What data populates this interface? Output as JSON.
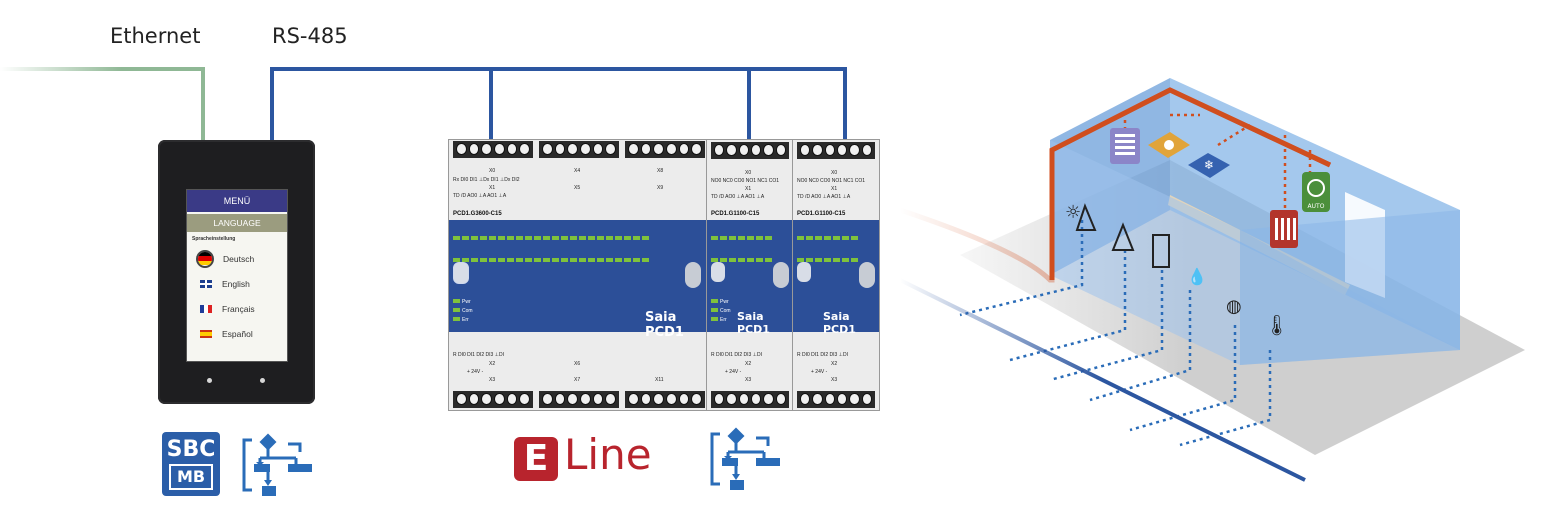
{
  "labels": {
    "ethernet": "Ethernet",
    "rs485": "RS-485"
  },
  "touch_panel": {
    "menu_title": "MENÜ",
    "language_bar": "LANGUAGE",
    "section_label": "Spracheinstellung",
    "languages": [
      {
        "label": "Deutsch",
        "selected": true
      },
      {
        "label": "English",
        "selected": false
      },
      {
        "label": "Français",
        "selected": false
      },
      {
        "label": "Español",
        "selected": false
      }
    ]
  },
  "modules": [
    {
      "title": "PCD1.G3600-C15",
      "brand": "Saia PCD1"
    },
    {
      "title": "PCD1.G1100-C15",
      "brand": "Saia PCD1"
    },
    {
      "title": "PCD1.G1100-C15",
      "brand": "Saia PCD1"
    }
  ],
  "terminal_labels": {
    "x0": "X0",
    "x1": "X1",
    "x2": "X2",
    "x3": "X3",
    "x4": "X4",
    "x5": "X5",
    "x6": "X6",
    "x7": "X7",
    "x8": "X8",
    "x9": "X9",
    "x11": "X11",
    "row_a": "Rx  DI0  DI1  ⊥Dx  DI1  ⊥Dx  DI2",
    "row_b": "TD  /D  AO0  ⊥A  AO1  ⊥A",
    "row_c": "NO0  NC0  CO0  NO1  NC1  CO1",
    "row_d": "R  DI0  DI1  DI2  DI3  ⊥DI",
    "supply": "+ 24V -",
    "status": [
      "Pwr",
      "Com",
      "Err"
    ]
  },
  "logos": {
    "sbc_top": "SBC",
    "sbc_bottom": "MB",
    "eline_letter": "E",
    "eline_word": "Line"
  },
  "room_icons": {
    "auto": "AUTO"
  },
  "colors": {
    "ethernet_line": "#8fb895",
    "rs485_line": "#2c56a0",
    "heat_line": "#d04e1e",
    "room_blue": "#6b9fd9",
    "eline_red": "#b8242d",
    "flow_blue": "#2a6cb8"
  }
}
